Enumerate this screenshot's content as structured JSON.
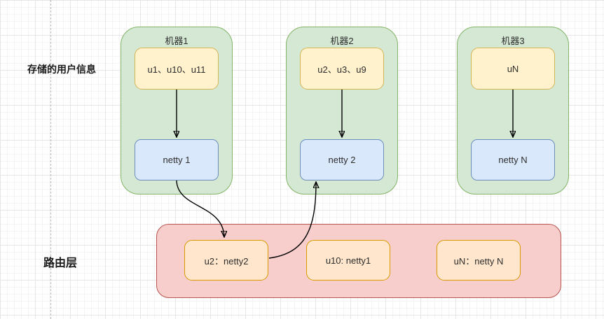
{
  "labels": {
    "stored_user_info": "存储的用户信息",
    "routing_layer": "路由层"
  },
  "machines": [
    {
      "title": "机器1",
      "users": "u1、u10、u11",
      "netty": "netty 1"
    },
    {
      "title": "机器2",
      "users": "u2、u3、u9",
      "netty": "netty 2"
    },
    {
      "title": "机器3",
      "users": "uN",
      "netty": "netty N"
    }
  ],
  "routing": {
    "entries": [
      {
        "label": "u2：netty2"
      },
      {
        "label": "u10: netty1"
      },
      {
        "label": "uN：netty N"
      }
    ]
  },
  "colors": {
    "green_fill": "#d5e8d4",
    "green_stroke": "#82b366",
    "yellow_fill": "#fff2cc",
    "yellow_stroke": "#d6b656",
    "blue_fill": "#dae8fc",
    "blue_stroke": "#6c8ebf",
    "orange_fill": "#ffe6cc",
    "orange_stroke": "#d79b00",
    "pink_fill": "#f8cecc",
    "pink_stroke": "#b85450",
    "arrow_color": "#000000",
    "grid_major": "#e6e6e6",
    "grid_minor": "#f4f4f4"
  }
}
